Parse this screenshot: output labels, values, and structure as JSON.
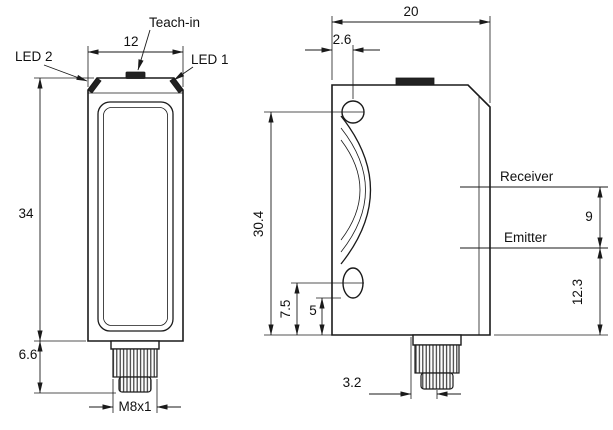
{
  "colors": {
    "ink": "#1a1a1a",
    "background": "#ffffff"
  },
  "front_view": {
    "labels": {
      "led2": "LED 2",
      "teach_in": "Teach-in",
      "led1": "LED 1"
    },
    "dims": {
      "width": "12",
      "height": "34",
      "connector_height": "6.6",
      "thread": "M8x1"
    }
  },
  "side_view": {
    "labels": {
      "receiver": "Receiver",
      "emitter": "Emitter"
    },
    "dims": {
      "depth": "20",
      "hole_offset": "2.6",
      "hole_height": "30.4",
      "lower_hole_height": "7.5",
      "slot_bottom": "5",
      "connector_offset": "3.2",
      "axis_spacing": "9",
      "emitter_axis_height": "12.3"
    }
  }
}
